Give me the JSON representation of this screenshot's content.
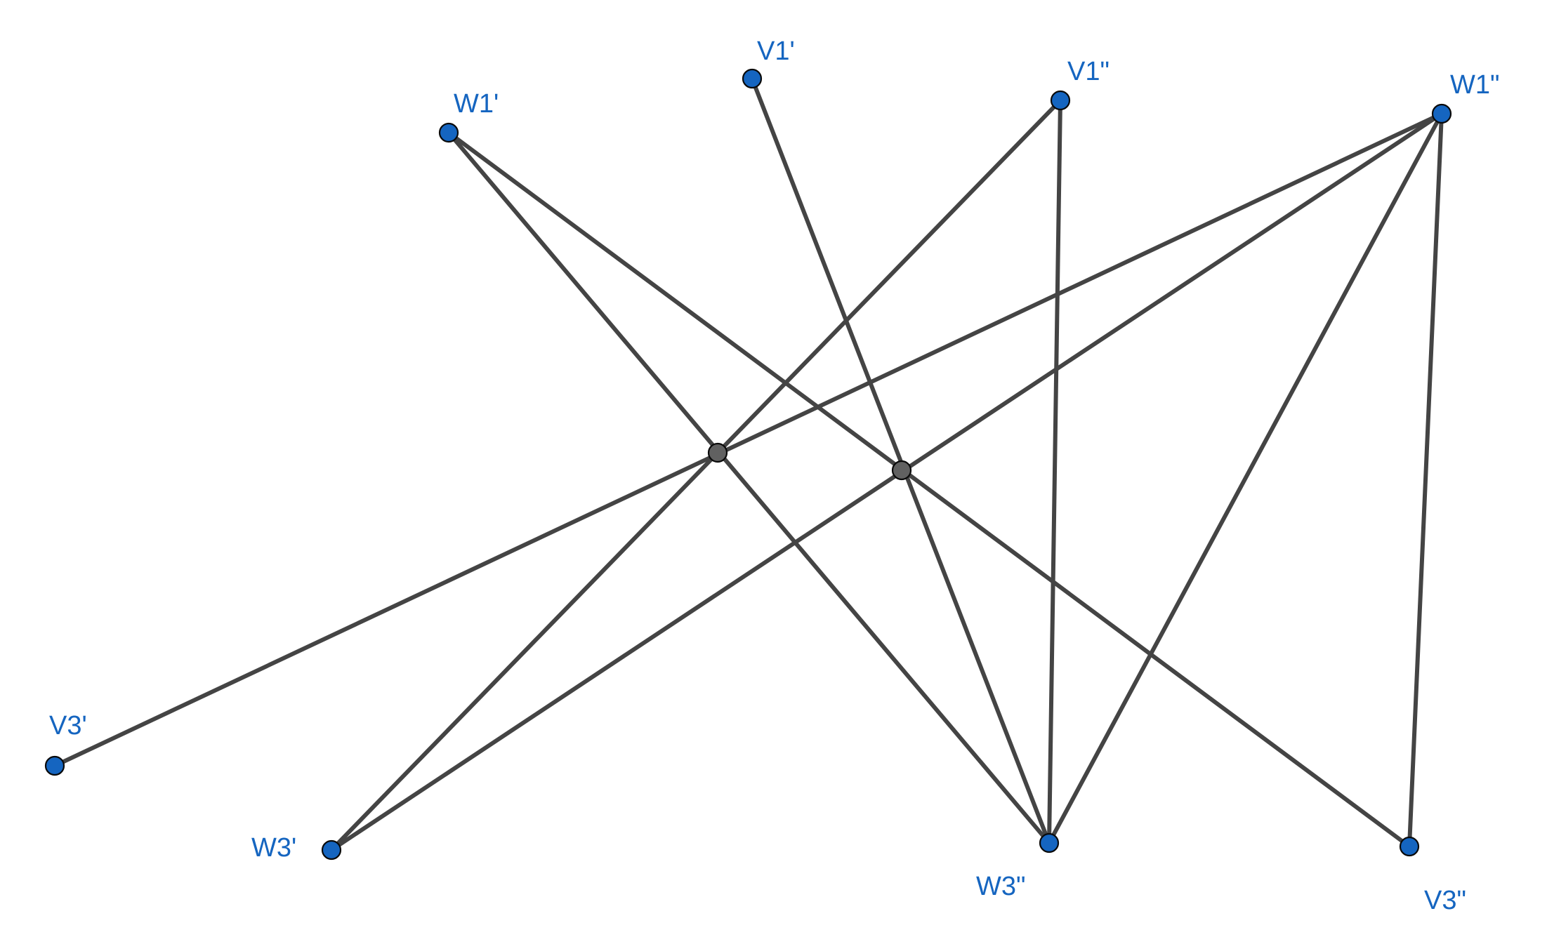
{
  "diagram": {
    "points": [
      {
        "id": "W1p",
        "label": "W1'"
      },
      {
        "id": "V1p",
        "label": "V1'"
      },
      {
        "id": "V1pp",
        "label": "V1\""
      },
      {
        "id": "W1pp",
        "label": "W1\""
      },
      {
        "id": "V3p",
        "label": "V3'"
      },
      {
        "id": "W3p",
        "label": "W3'"
      },
      {
        "id": "W3pp",
        "label": "W3\""
      },
      {
        "id": "V3pp",
        "label": "V3\""
      },
      {
        "id": "X1",
        "label": ""
      },
      {
        "id": "X2",
        "label": ""
      }
    ],
    "segments": [
      [
        "W1p",
        "W3pp"
      ],
      [
        "W1p",
        "V3pp"
      ],
      [
        "V1p",
        "W3pp"
      ],
      [
        "V1pp",
        "W3p"
      ],
      [
        "V1pp",
        "W3pp"
      ],
      [
        "W1pp",
        "V3p"
      ],
      [
        "W1pp",
        "W3p"
      ],
      [
        "W1pp",
        "W3pp"
      ],
      [
        "W1pp",
        "V3pp"
      ]
    ],
    "colors": {
      "free_point": "#1565c0",
      "derived_point": "#616161",
      "segment": "#444444",
      "label": "#1565c0"
    }
  }
}
